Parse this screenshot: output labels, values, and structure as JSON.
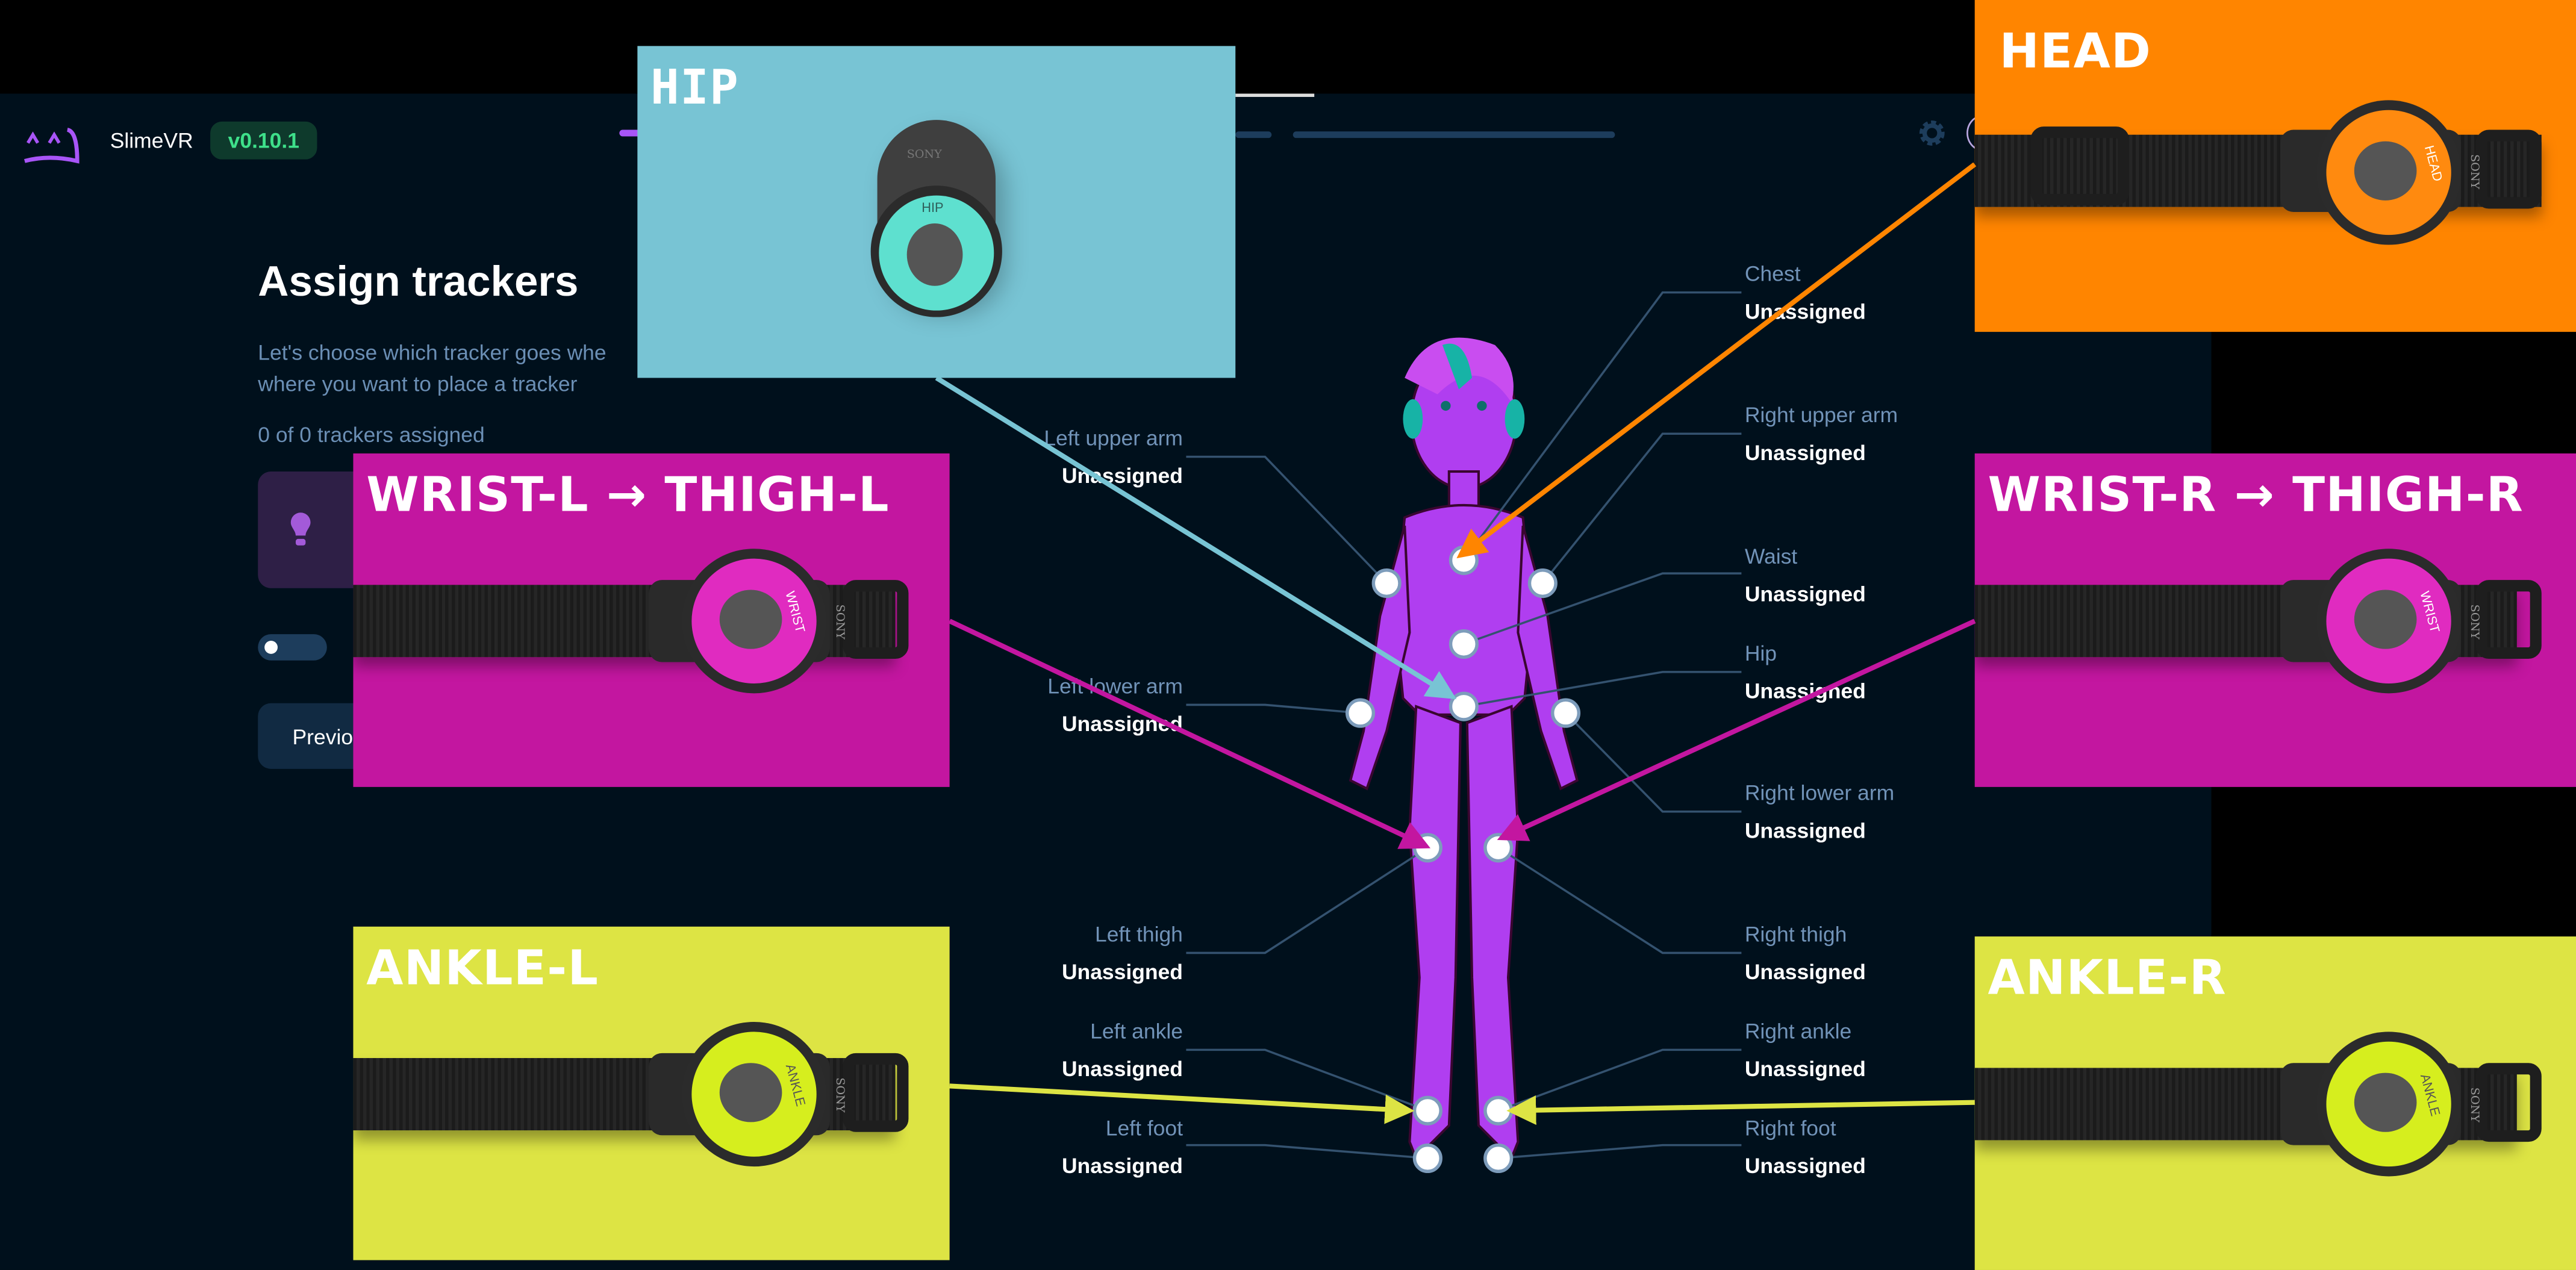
{
  "app": {
    "name": "SlimeVR",
    "version": "v0.10.1"
  },
  "page": {
    "title": "Assign trackers",
    "description_line1": "Let's choose which tracker goes whe",
    "description_line2": "where you want to place a tracker",
    "assigned_count": "0 of 0 trackers assigned",
    "previous_button": "Previo"
  },
  "colors": {
    "accent": "#a855f7",
    "background": "#00101c",
    "head": "#ff8500",
    "hip": "#78c4d4",
    "wrist": "#c316a0",
    "ankle": "#dde444"
  },
  "body_parts": {
    "chest": {
      "label": "Chest",
      "value": "Unassigned"
    },
    "right_upper_arm": {
      "label": "Right upper arm",
      "value": "Unassigned"
    },
    "waist": {
      "label": "Waist",
      "value": "Unassigned"
    },
    "hip": {
      "label": "Hip",
      "value": "Unassigned"
    },
    "right_lower_arm": {
      "label": "Right lower arm",
      "value": "Unassigned"
    },
    "right_thigh": {
      "label": "Right thigh",
      "value": "Unassigned"
    },
    "right_ankle": {
      "label": "Right ankle",
      "value": "Unassigned"
    },
    "right_foot": {
      "label": "Right foot",
      "value": "Unassigned"
    },
    "left_upper_arm": {
      "label": "Left upper arm",
      "value": "Unassigned"
    },
    "left_lower_arm": {
      "label": "Left lower arm",
      "value": "Unassigned"
    },
    "left_thigh": {
      "label": "Left thigh",
      "value": "Unassigned"
    },
    "left_ankle": {
      "label": "Left ankle",
      "value": "Unassigned"
    },
    "left_foot": {
      "label": "Left foot",
      "value": "Unassigned"
    }
  },
  "overlays": {
    "hip": {
      "caption": "HIP",
      "puck_label": "HIP",
      "brand": "SONY"
    },
    "head": {
      "caption": "HEAD",
      "puck_label": "HEAD",
      "brand": "SONY"
    },
    "wrist_l": {
      "caption": "WRIST-L → THIGH-L",
      "puck_label": "WRIST",
      "brand": "SONY"
    },
    "wrist_r": {
      "caption": "WRIST-R → THIGH-R",
      "puck_label": "WRIST",
      "brand": "SONY"
    },
    "ankle_l": {
      "caption": "ANKLE-L",
      "puck_label": "ANKLE",
      "brand": "SONY"
    },
    "ankle_r": {
      "caption": "ANKLE-R",
      "puck_label": "ANKLE",
      "brand": "SONY"
    }
  }
}
